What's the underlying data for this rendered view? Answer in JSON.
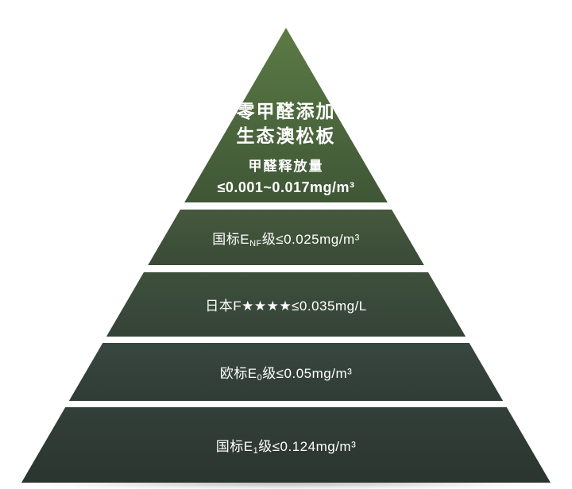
{
  "apex": {
    "title_line1": "零甲醛添加",
    "title_line2": "生态澳松板",
    "subtitle": "甲醛释放量",
    "value": "≤0.001~0.017mg/m³"
  },
  "tiers": [
    {
      "name": "国标ENF级",
      "prefix": "国标E",
      "sub": "NF",
      "suffix": "级≤0.025mg/m³",
      "limit": "0.025mg/m³"
    },
    {
      "name": "日本F四星",
      "prefix": "日本F★★★★≤0.035mg/L",
      "sub": "",
      "suffix": "",
      "limit": "0.035mg/L"
    },
    {
      "name": "欧标E0级",
      "prefix": "欧标E",
      "sub": "0",
      "suffix": "级≤0.05mg/m³",
      "limit": "0.05mg/m³"
    },
    {
      "name": "国标E1级",
      "prefix": "国标E",
      "sub": "1",
      "suffix": "级≤0.124mg/m³",
      "limit": "0.124mg/m³"
    }
  ],
  "colors": {
    "background": "#ffffff",
    "text": "#ffffff",
    "tiers": [
      [
        "#5b7b45",
        "#3f5636"
      ],
      [
        "#46593d",
        "#3a4a37"
      ],
      [
        "#3e503b",
        "#354338"
      ],
      [
        "#384740",
        "#303c36"
      ],
      [
        "#323f38",
        "#2b352f"
      ]
    ]
  }
}
